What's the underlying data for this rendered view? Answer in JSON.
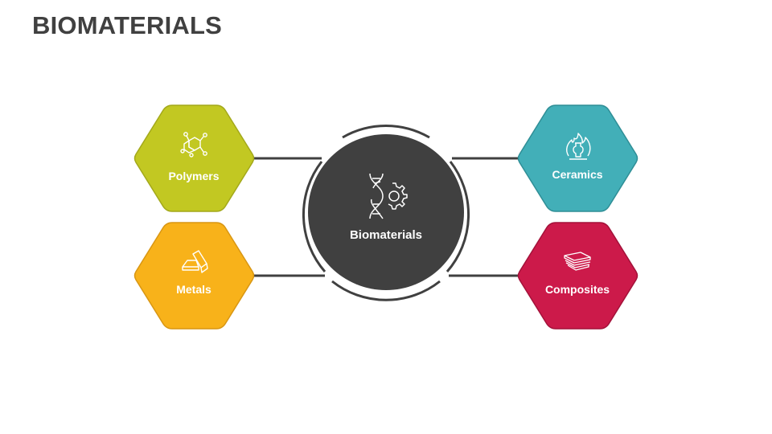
{
  "title": "BIOMATERIALS",
  "center": {
    "label": "Biomaterials",
    "icon": "dna-gear-icon",
    "color": "#404040"
  },
  "nodes": [
    {
      "id": "polymers",
      "label": "Polymers",
      "icon": "molecule-icon",
      "color": "#C2C822",
      "border": "#A3A81B",
      "position": "top-left"
    },
    {
      "id": "metals",
      "label": "Metals",
      "icon": "gold-bars-icon",
      "color": "#F8B21A",
      "border": "#D89613",
      "position": "bottom-left"
    },
    {
      "id": "ceramics",
      "label": "Ceramics",
      "icon": "fire-vase-icon",
      "color": "#42AFB8",
      "border": "#2F8E96",
      "position": "top-right"
    },
    {
      "id": "composites",
      "label": "Composites",
      "icon": "stacked-sheets-icon",
      "color": "#CC1A4A",
      "border": "#A3123A",
      "position": "bottom-right"
    }
  ],
  "connector_color": "#404040"
}
